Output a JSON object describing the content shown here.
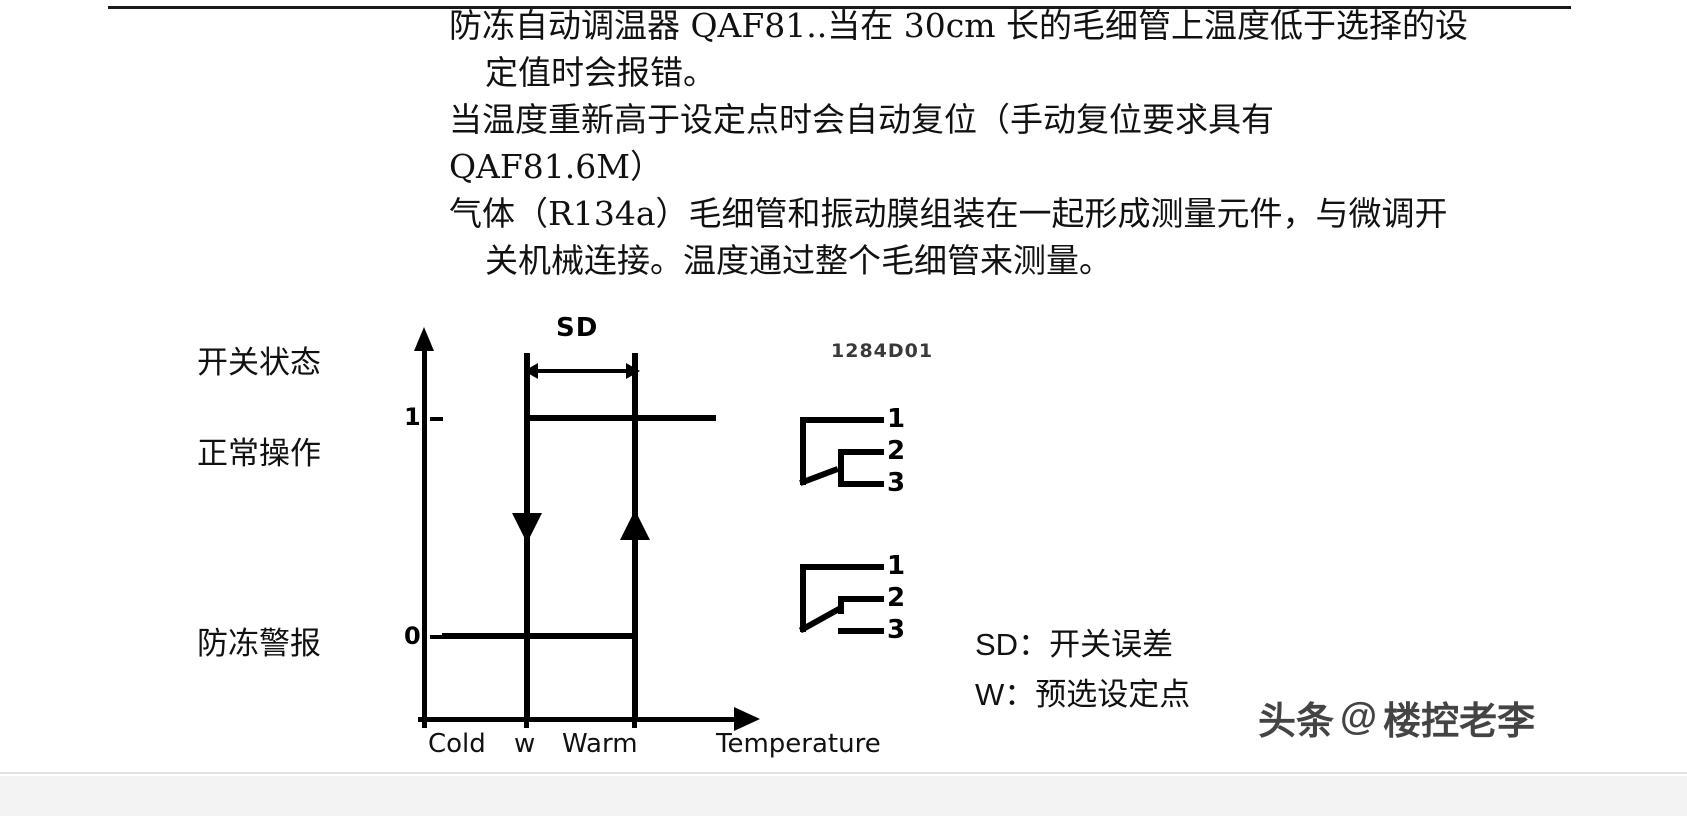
{
  "document": {
    "paragraphs": [
      "防冻自动调温器 QAF81..当在 30cm 长的毛细管上温度低于选择的设定值时会报错。",
      "当温度重新高于设定点时会自动复位（手动复位要求具有 QAF81.6M）",
      "气体（R134a）毛细管和振动膜组装在一起形成测量元件，与微调开关机械连接。温度通过整个毛细管来测量。"
    ],
    "lines": [
      "防冻自动调温器 QAF81..当在 30cm 长的毛细管上温度低于选择的设",
      "定值时会报错。",
      "当温度重新高于设定点时会自动复位（手动复位要求具有",
      "QAF81.6M）",
      "气体（R134a）毛细管和振动膜组装在一起形成测量元件，与微调开",
      "关机械连接。温度通过整个毛细管来测量。"
    ]
  },
  "figure": {
    "code": "1284D01",
    "row_labels": {
      "switch_state": "开关状态",
      "normal_operation": "正常操作",
      "frost_alarm": "防冻警报"
    },
    "legend": [
      {
        "key": "SD：",
        "text": "开关误差"
      },
      {
        "key": "W：",
        "text": "预选设定点"
      }
    ],
    "switch_diagrams": [
      {
        "name": "normal-operation-contacts",
        "terminals": [
          "1",
          "2",
          "3"
        ],
        "closed_contact": "1"
      },
      {
        "name": "frost-alarm-contacts",
        "terminals": [
          "1",
          "2",
          "3"
        ],
        "closed_contact": "2"
      }
    ]
  },
  "chart_data": {
    "type": "line",
    "title": "",
    "annotation": "SD",
    "annotation_meaning": "Switching differential between switch-off and switch-on points",
    "xlabel": "Temperature",
    "ylabel": "",
    "x_tick_labels": [
      "Cold",
      "w",
      "Warm"
    ],
    "y_tick_labels": [
      "0",
      "1"
    ],
    "ylim": [
      0,
      1
    ],
    "grid": false,
    "legend_position": "right",
    "series": [
      {
        "name": "switch-state-hysteresis",
        "description": "Switch output state versus temperature with hysteresis loop",
        "points": [
          {
            "x": "Cold",
            "y": 0
          },
          {
            "x": "w",
            "y": 0
          },
          {
            "x": "w",
            "y": 1
          },
          {
            "x": "Warm",
            "y": 1
          },
          {
            "x": "Warm",
            "y": 0
          }
        ]
      }
    ],
    "markers": [
      {
        "name": "falling-edge",
        "x": "w",
        "direction": "down",
        "from_y": 1,
        "to_y": 0
      },
      {
        "name": "rising-edge",
        "x": "Warm",
        "direction": "up",
        "from_y": 0,
        "to_y": 1
      }
    ]
  },
  "watermark": {
    "brand": "头条",
    "at": "@",
    "handle": "楼控老李"
  }
}
